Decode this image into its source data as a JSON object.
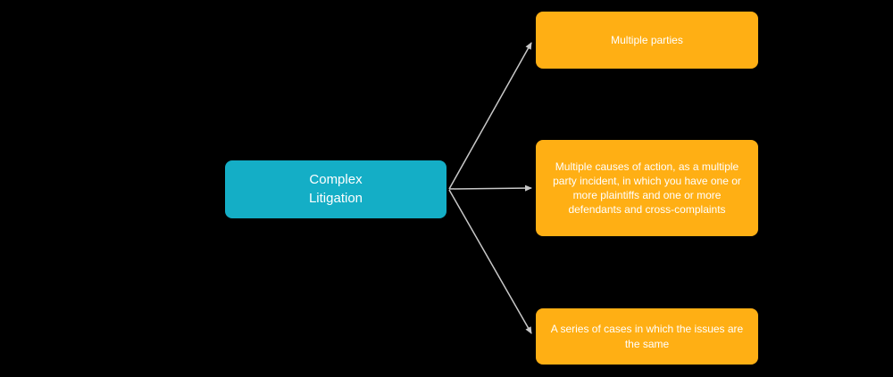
{
  "diagram": {
    "root": {
      "label": "Complex\nLitigation"
    },
    "children": [
      {
        "label": "Multiple parties"
      },
      {
        "label": "Multiple causes of action, as a multiple party incident, in which you have one or more plaintiffs and one or more defendants and cross-complaints"
      },
      {
        "label": "A series of cases in which the issues are the same"
      }
    ],
    "colors": {
      "background": "#000000",
      "root_fill": "#14aec6",
      "child_fill": "#ffaf14",
      "arrow": "#c8c8c8",
      "text": "#ffffff"
    }
  }
}
